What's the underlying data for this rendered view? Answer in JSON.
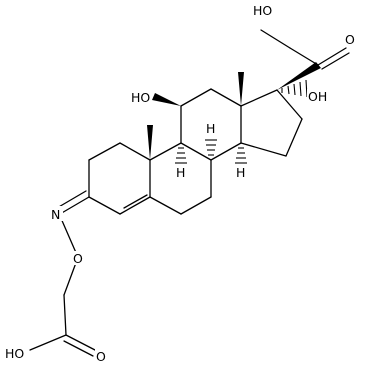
{
  "labels": {
    "top_hydroxyl": "HO",
    "ketone_oxygen": "O",
    "c11_hydroxyl": "HO",
    "c17_hydroxyl": "OH",
    "h_c9": "H",
    "h_c8": "H",
    "h_c14": "H",
    "oxime_nitrogen": "N",
    "oxime_oxygen": "O",
    "acid_hydroxyl": "HO",
    "acid_carbonyl_oxygen": "O"
  }
}
